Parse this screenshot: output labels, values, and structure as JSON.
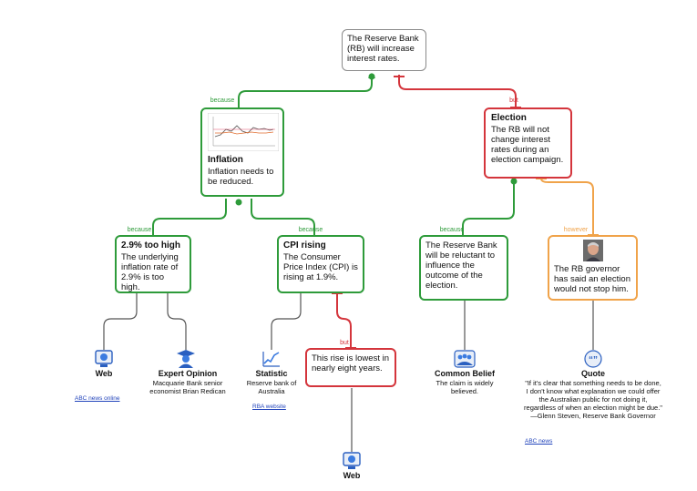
{
  "nodes": {
    "main": {
      "text": "The Reserve Bank (RB) will increase interest rates."
    },
    "inflation": {
      "title": "Inflation",
      "text": "Inflation needs to be reduced."
    },
    "election": {
      "title": "Election",
      "text": "The RB will not change interest rates during an election campaign."
    },
    "too_high": {
      "title": "2.9% too high",
      "text": "The underlying inflation rate of 2.9% is too high."
    },
    "cpi": {
      "title": "CPI rising",
      "text": "The Consumer Price Index (CPI) is rising at 1.9%."
    },
    "reluctant": {
      "text": "The Reserve Bank will be reluctant to influence the outcome of the election."
    },
    "governor": {
      "text": "The RB governor has said an election would not stop him."
    },
    "lowest": {
      "text": "This rise is lowest in nearly eight years."
    }
  },
  "connectors": {
    "because": "because",
    "but": "but",
    "however": "however"
  },
  "leaves": {
    "web1": {
      "title": "Web",
      "link": "ABC news online"
    },
    "expert": {
      "title": "Expert Opinion",
      "text": "Macquarie Bank senior economist Brian Redican"
    },
    "statistic": {
      "title": "Statistic",
      "text": "Reserve bank of Australia",
      "link": "RBA website"
    },
    "web2": {
      "title": "Web"
    },
    "belief": {
      "title": "Common Belief",
      "text": "The claim is widely believed."
    },
    "quote": {
      "title": "Quote",
      "text": "\"If it's clear that something needs to be done, I don't know what explanation we could offer the Australian public for not doing it, regardless of when an election might be due.\"",
      "author": "—Glenn Steven, Reserve Bank Governor",
      "link": "ABC news"
    }
  },
  "colors": {
    "support": "#2e9b3a",
    "oppose": "#d4353c",
    "however": "#f0a34a",
    "neutral": "#8a8a8a"
  },
  "icons": [
    "web-icon",
    "expert-opinion-icon",
    "statistic-icon",
    "common-belief-icon",
    "quote-icon",
    "inflation-chart-thumbnail",
    "governor-photo"
  ]
}
